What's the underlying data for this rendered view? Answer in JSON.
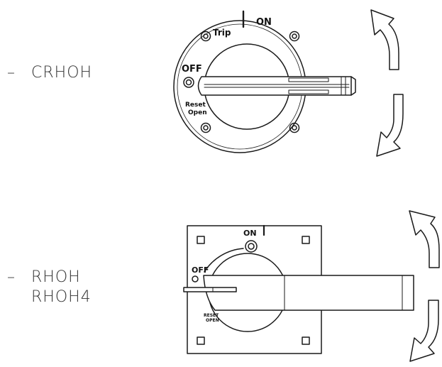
{
  "labels": {
    "dash": "–",
    "crhoh": "CRHOH",
    "rhoh": "RHOH",
    "rhoh4": "RHOH4"
  },
  "crhoh_dial": {
    "trip": "Trip",
    "on": "ON",
    "off": "OFF",
    "reset": "Reset",
    "open": "Open"
  },
  "rhoh_dial": {
    "on": "ON",
    "off": "OFF",
    "reset": "RESET",
    "open": "OPEN"
  }
}
